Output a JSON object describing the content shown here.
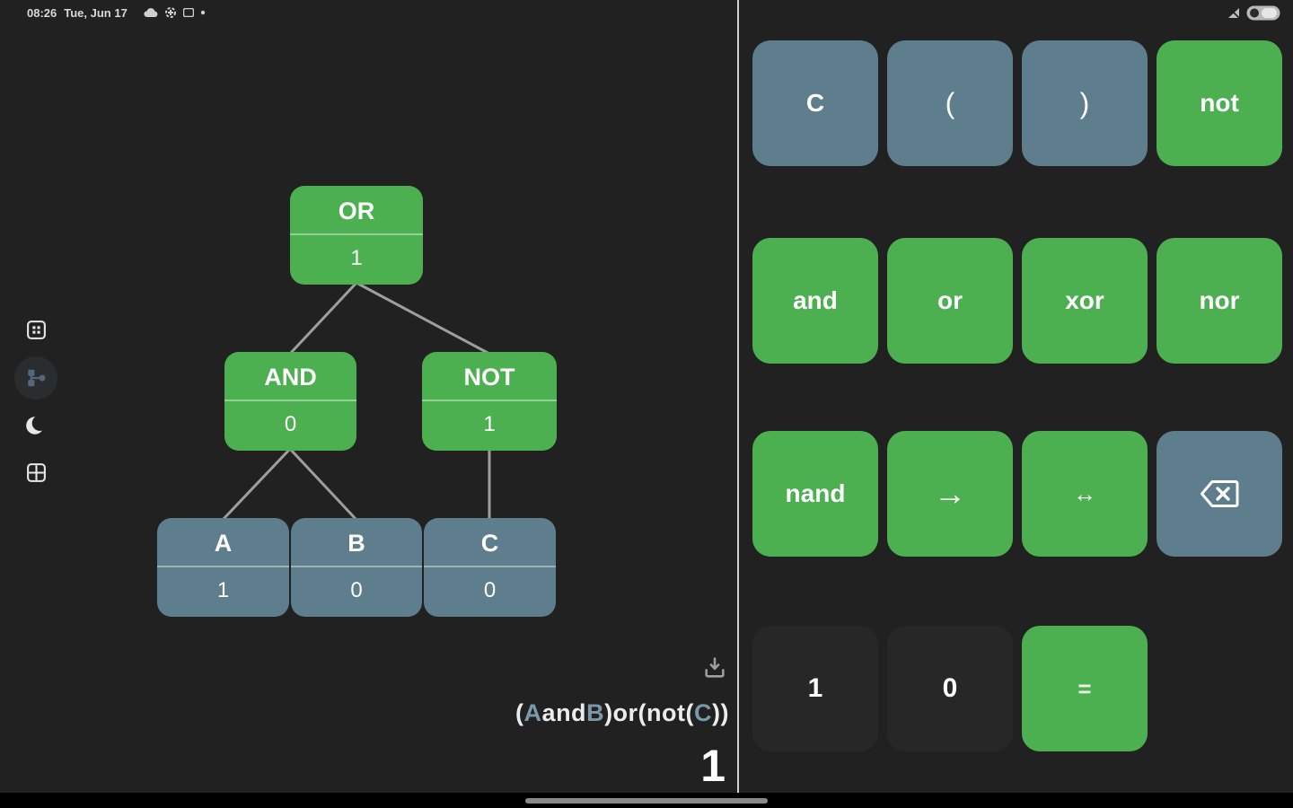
{
  "status_bar": {
    "time": "08:26",
    "date": "Tue, Jun 17"
  },
  "sidebar": {
    "items": [
      {
        "name": "keypad-view",
        "icon": "keypad-icon",
        "active": false
      },
      {
        "name": "tree-view",
        "icon": "tree-icon",
        "active": true
      },
      {
        "name": "dark-mode",
        "icon": "moon-icon",
        "active": false
      },
      {
        "name": "truth-table-view",
        "icon": "table-icon",
        "active": false
      }
    ]
  },
  "tree": {
    "nodes": {
      "or": {
        "label": "OR",
        "value": "1"
      },
      "and": {
        "label": "AND",
        "value": "0"
      },
      "not": {
        "label": "NOT",
        "value": "1"
      },
      "a": {
        "label": "A",
        "value": "1"
      },
      "b": {
        "label": "B",
        "value": "0"
      },
      "c": {
        "label": "C",
        "value": "0"
      }
    }
  },
  "expression": {
    "parts": [
      {
        "text": "("
      },
      {
        "text": "A",
        "variable": true
      },
      {
        "text": "and"
      },
      {
        "text": "B",
        "variable": true
      },
      {
        "text": ")or(not("
      },
      {
        "text": "C",
        "variable": true
      },
      {
        "text": "))"
      }
    ],
    "result": "1"
  },
  "keypad": {
    "row1": [
      {
        "label": "C"
      },
      {
        "label": "("
      },
      {
        "label": ")"
      },
      {
        "label": "not"
      }
    ],
    "row2": [
      {
        "label": "and"
      },
      {
        "label": "or"
      },
      {
        "label": "xor"
      },
      {
        "label": "nor"
      }
    ],
    "row3": [
      {
        "label": "nand"
      },
      {
        "label": "→"
      },
      {
        "label": "↔"
      },
      {
        "label": "",
        "icon": "backspace-icon"
      }
    ],
    "row4": [
      {
        "label": "1"
      },
      {
        "label": "0"
      },
      {
        "label": "="
      }
    ]
  },
  "icons": {
    "save": "download-tray",
    "backspace": "⌫",
    "implies": "→",
    "iff": "↔"
  },
  "colors": {
    "background": "#212121",
    "green": "#4caf50",
    "blue_gray": "#5e7d8d",
    "dark_button": "#272727",
    "variable_text": "#7b98a8",
    "edge": "#9e9e9e"
  }
}
